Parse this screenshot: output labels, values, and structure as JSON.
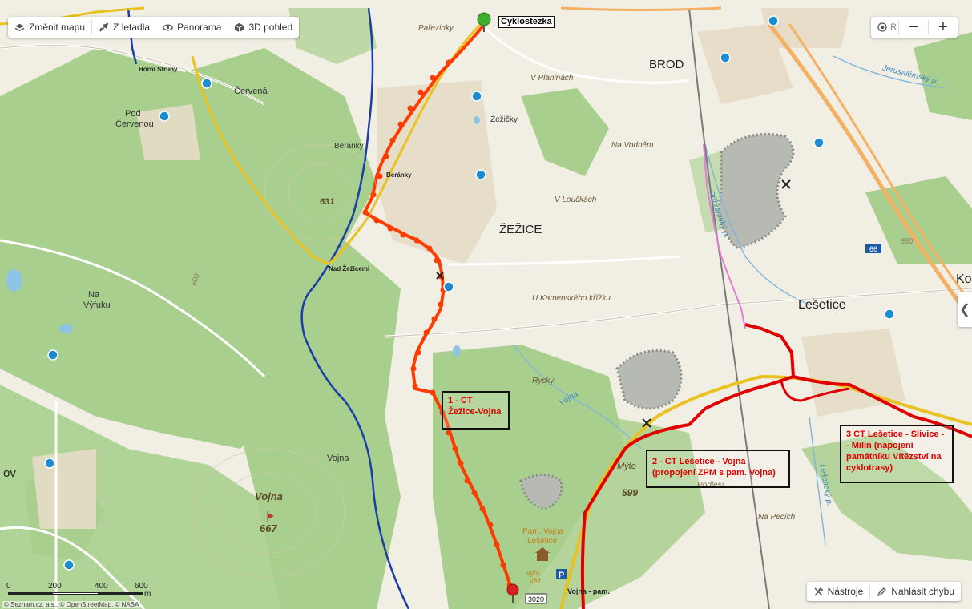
{
  "toolbar": {
    "change_map": "Změnit mapu",
    "aerial": "Z letadla",
    "panorama": "Panorama",
    "view3d": "3D pohled"
  },
  "zoom": {
    "loc_char": "R",
    "minus": "−",
    "plus": "+"
  },
  "side_toggle": "❮",
  "bottom_tools": {
    "tools": "Nástroje",
    "report": "Nahlásit chybu"
  },
  "scale": {
    "ticks": [
      "0",
      "200",
      "400",
      "600"
    ],
    "unit": "m"
  },
  "attribution": "© Seznam.cz, a.s., © OpenStreetMap, © NASA",
  "places": {
    "cyklostezka": "Cyklostezka",
    "parezinky": "Pařezinky",
    "horni_struhy": "Horní Struhy",
    "cervena": "Červená",
    "pod_cervenou_1": "Pod",
    "pod_cervenou_2": "Červenou",
    "beranky": "Beránky",
    "beranky_stop": "Beránky",
    "elev_631": "631",
    "nad_zezicemi": "Nad Žežicemi",
    "na_vyfuku_1": "Na",
    "na_vyfuku_2": "Výfuku",
    "v_planinach": "V Planinách",
    "zezicky": "Žežičky",
    "na_vodnem": "Na Vodněm",
    "v_louckach": "V Loučkách",
    "zezice": "ŽEŽICE",
    "brod": "BROD",
    "jerusalemsky": "Jerusalémský p.",
    "pribramsky": "Příbramský p.",
    "u_kamenskeho": "U Kamenského křížku",
    "lesetice": "Lešetice",
    "ko": "Ko",
    "rysky": "Rysky",
    "vojna_stream": "Vojna",
    "vojna_place": "Vojna",
    "vojna_peak": "Vojna",
    "elev_667": "667",
    "myto": "Mýto",
    "elev_599": "599",
    "podlesi": "Podlesí",
    "na_pecich": "Na Pecích",
    "lesetickyp": "Lešetický p.",
    "pam_vojna_1": "Pam. Vojna",
    "pam_vojna_2": "Lešetice",
    "vyhl_vez_1": "vyhl.",
    "vyhl_vez_2": "věž",
    "vojna_pam": "Vojna - pam.",
    "road_66": "66",
    "road_3020": "3020",
    "contour_550": "550",
    "contour_600": "600",
    "left_ov": "ov"
  },
  "annotations": {
    "a1": [
      "1 - CT",
      "Žežice-Vojna"
    ],
    "a2": [
      "2 - CT Lešetice - Vojna",
      "(propojení ZPM s pam. Vojna)"
    ],
    "a3": [
      "3 CT Lešetice - Slivice -",
      "- Milín (napojení",
      "památníku Vítězství na",
      "cyklotrasy)"
    ]
  },
  "colors": {
    "route1": "#ff3b00",
    "route2": "#e00000",
    "cycle_blue": "#1a3ea8",
    "cycle_yellow": "#e9c21f",
    "forest": "#a9cf8e",
    "village": "#e6dbc6"
  }
}
